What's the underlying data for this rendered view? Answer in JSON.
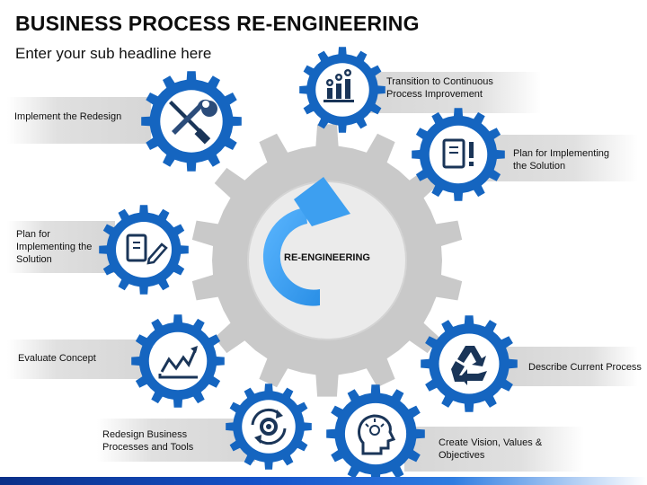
{
  "title": "BUSINESS PROCESS RE-ENGINEERING",
  "subtitle": "Enter your sub headline here",
  "center_label": "RE-ENGINEERING",
  "steps": [
    {
      "lines": [
        "Implement the Redesign"
      ],
      "icon": "tools-icon"
    },
    {
      "lines": [
        "Transition to Continuous",
        "Process Improvement"
      ],
      "icon": "growth-gears-icon"
    },
    {
      "lines": [
        "Plan for Implementing",
        "the Solution"
      ],
      "icon": "notebook-alert-icon"
    },
    {
      "lines": [
        "Plan for",
        "Implementing the",
        "Solution"
      ],
      "icon": "notebook-pencil-icon"
    },
    {
      "lines": [
        "Evaluate Concept"
      ],
      "icon": "trend-chart-icon"
    },
    {
      "lines": [
        "Describe Current Process"
      ],
      "icon": "recycle-icon"
    },
    {
      "lines": [
        "Redesign Business",
        "Processes and Tools"
      ],
      "icon": "gear-cycle-icon"
    },
    {
      "lines": [
        "Create Vision, Values &",
        "Objectives"
      ],
      "icon": "idea-head-icon"
    }
  ],
  "colors": {
    "gear_blue": "#1565c0",
    "center_gear": "#c9c9c9",
    "arrow": "#4aa8f5",
    "band": "#e2e2e2"
  }
}
